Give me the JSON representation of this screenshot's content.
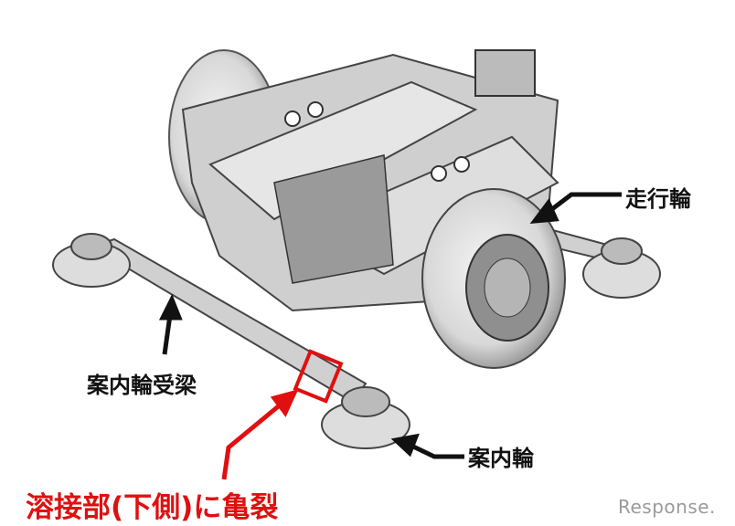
{
  "labels": {
    "running_wheel": "走行輪",
    "guide_wheel_beam": "案内輪受梁",
    "guide_wheel": "案内輪",
    "crack_note": "溶接部(下側)に亀裂"
  },
  "watermark": "Response.",
  "colors": {
    "annotation_red": "#e01010",
    "annotation_black": "#111111"
  }
}
